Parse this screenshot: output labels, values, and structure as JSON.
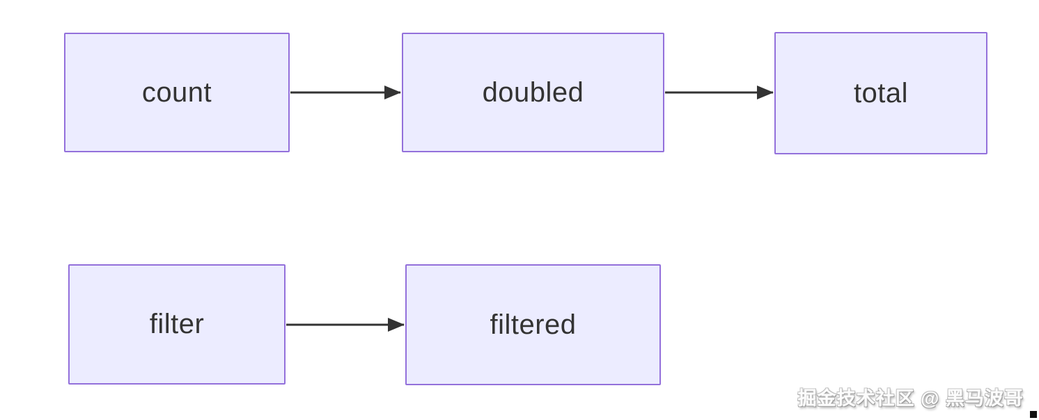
{
  "diagram": {
    "type": "flowchart",
    "direction": "left-to-right",
    "nodes": [
      {
        "id": "count",
        "label": "count"
      },
      {
        "id": "doubled",
        "label": "doubled"
      },
      {
        "id": "total",
        "label": "total"
      },
      {
        "id": "filter",
        "label": "filter"
      },
      {
        "id": "filtered",
        "label": "filtered"
      }
    ],
    "edges": [
      {
        "from": "count",
        "to": "doubled"
      },
      {
        "from": "doubled",
        "to": "total"
      },
      {
        "from": "filter",
        "to": "filtered"
      }
    ],
    "colors": {
      "node_fill": "#ECECFF",
      "node_border": "#9370DB",
      "arrow": "#333333",
      "text": "#333333",
      "background": "#FFFFFF"
    }
  },
  "watermark": {
    "text": "掘金技术社区 @ 黑马波哥"
  }
}
